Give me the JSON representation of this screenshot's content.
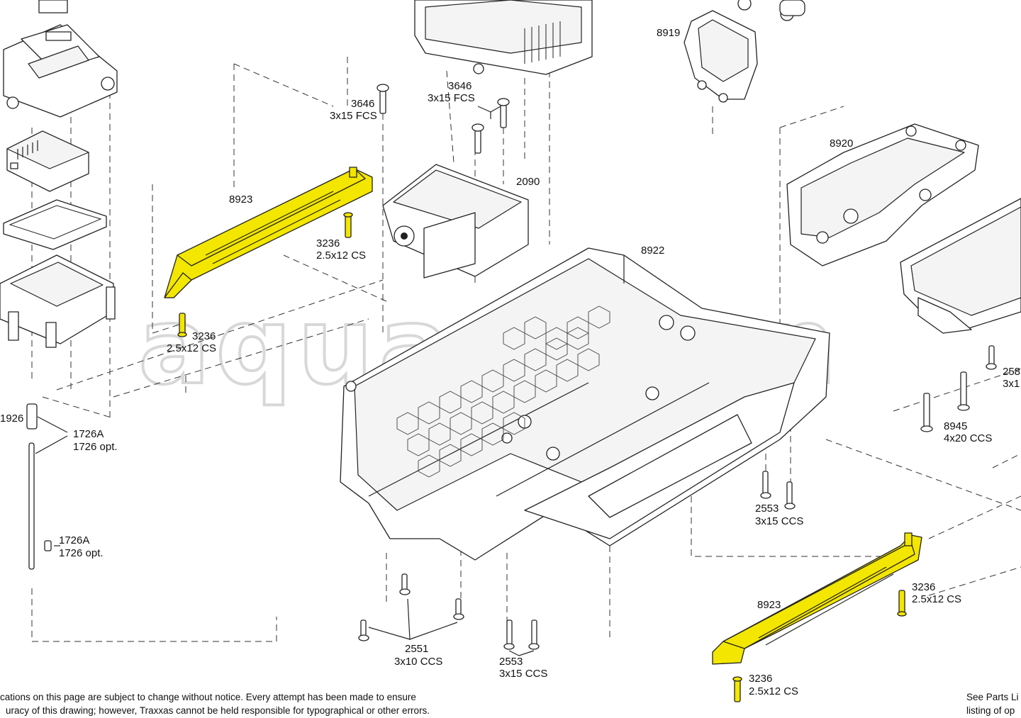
{
  "callouts": {
    "p1926": "1926",
    "p1726a_top": "1726A",
    "p1726opt_top": "1726 opt.",
    "p1726a_bot": "1726A",
    "p1726opt_bot": "1726 opt.",
    "p8923_left": "8923",
    "p3236_a_num": "3236",
    "p3236_a_spec": "2.5x12 CS",
    "p3236_b_num": "3236",
    "p3236_b_spec": "2.5x12 CS",
    "p3646_a_num": "3646",
    "p3646_a_spec": "3x15 FCS",
    "p3646_b_num": "3646",
    "p3646_b_spec": "3x15 FCS",
    "p2090": "2090",
    "p8922": "8922",
    "p8919": "8919",
    "p8920": "8920",
    "p2551_num": "2551",
    "p2551_spec": "3x10 CCS",
    "p2553_a_num": "2553",
    "p2553_a_spec": "3x15 CCS",
    "p2553_b_num": "2553",
    "p2553_b_spec": "3x15 CCS",
    "p8945_num": "8945",
    "p8945_spec": "4x20 CCS",
    "p258_num": "258",
    "p258_spec": "3x1",
    "p8923_right": "8923",
    "p3236_c_num": "3236",
    "p3236_c_spec": "2.5x12 CS",
    "p3236_d_num": "3236",
    "p3236_d_spec": "2.5x12 CS"
  },
  "watermark": "aquariston",
  "footer": {
    "disclaimer_line1": "cations on this page are subject to change without notice.  Every attempt has been made to ensure",
    "disclaimer_line2": "uracy of this drawing; however, Traxxas cannot be held responsible for typographical or other errors.",
    "parts_line1": "See Parts Li",
    "parts_line2": "listing of op"
  },
  "colors": {
    "highlight": "#f3e600",
    "line": "#222222",
    "background": "#ffffff"
  }
}
